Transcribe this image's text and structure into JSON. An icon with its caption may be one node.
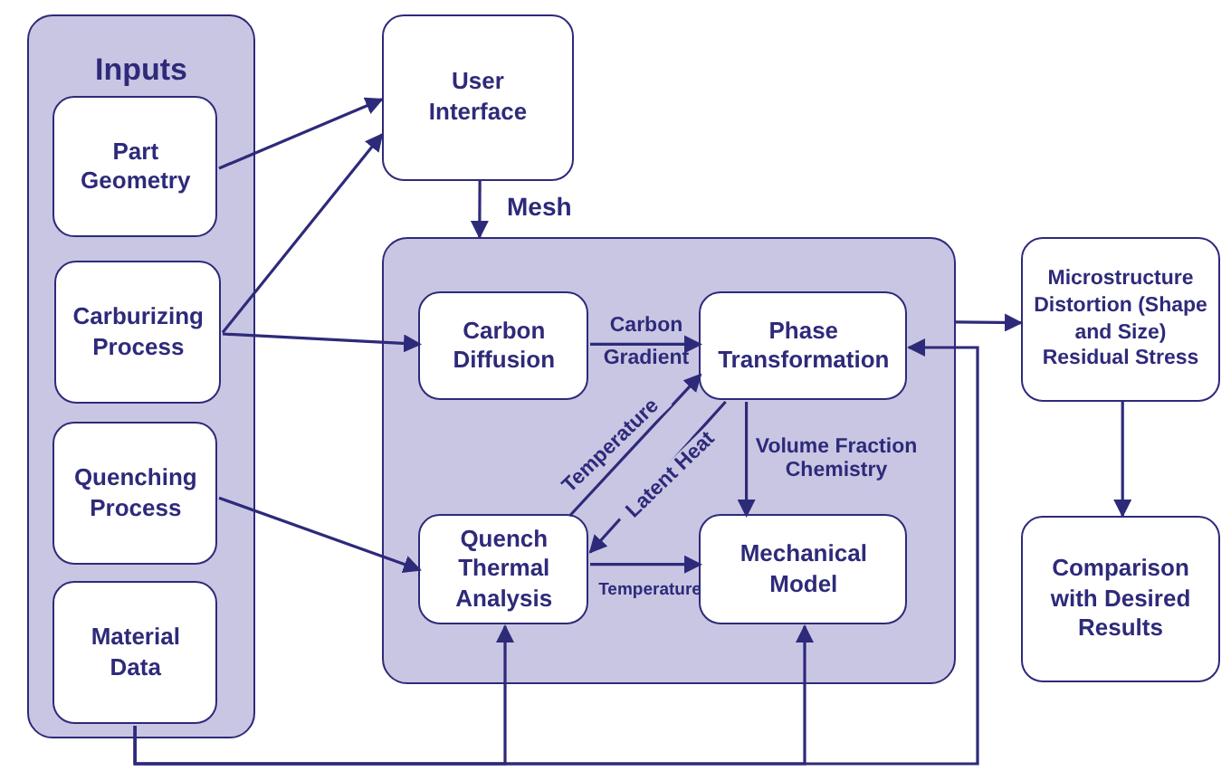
{
  "diagram": {
    "nodes": [
      {
        "text": [
          "Inputs"
        ]
      },
      {
        "text": [
          "Part Geometry"
        ],
        "in": 0
      },
      {
        "text": [
          "Carburizing Process"
        ],
        "in": 0
      },
      {
        "text": [
          "Quenching Process"
        ],
        "in": 0
      },
      {
        "text": [
          "Material Data"
        ],
        "in": 0
      },
      {
        "text": [
          "User Interface"
        ]
      },
      {
        "text": [
          "Mesh"
        ]
      },
      {
        "text": [
          "Carbon Diffusion"
        ],
        "in": 6
      },
      {
        "text": [
          "Phase Transformation"
        ],
        "in": 6
      },
      {
        "text": [
          "Quench Thermal Analysis"
        ],
        "in": 6
      },
      {
        "text": [
          "Mechanical Model"
        ],
        "in": 6
      },
      {
        "text": [
          "Microstructure Distortion (Shape and Size) Residual Stress"
        ]
      },
      {
        "text": [
          "Comparison with Desired Results"
        ]
      }
    ],
    "edges": [
      {
        "from": 1,
        "to": 5,
        "arrow": "to"
      },
      {
        "from": 2,
        "to": 5,
        "arrow": "to"
      },
      {
        "from": 2,
        "to": 7,
        "arrow": "to"
      },
      {
        "from": 3,
        "to": 9,
        "arrow": "to"
      },
      {
        "from": 5,
        "to": 6,
        "arrow": "to"
      },
      {
        "from": 7,
        "to": 8,
        "arrow": "to",
        "label": "Carbon Gradient"
      },
      {
        "from": 9,
        "to": 8,
        "arrow": "to",
        "label": "Temperature"
      },
      {
        "from": 8,
        "to": 9,
        "arrow": "to",
        "label": "Latent Heat"
      },
      {
        "from": 8,
        "to": 10,
        "arrow": "to",
        "label": "Volume Fraction Chemistry"
      },
      {
        "from": 9,
        "to": 10,
        "arrow": "to",
        "label": "Temperature"
      },
      {
        "from": 6,
        "to": 11,
        "arrow": "to"
      },
      {
        "from": 11,
        "to": 12,
        "arrow": "to"
      },
      {
        "from": 4,
        "to": 8,
        "arrow": "to"
      },
      {
        "from": 4,
        "to": 9,
        "arrow": "to"
      },
      {
        "from": 4,
        "to": 10,
        "arrow": "to"
      }
    ]
  }
}
